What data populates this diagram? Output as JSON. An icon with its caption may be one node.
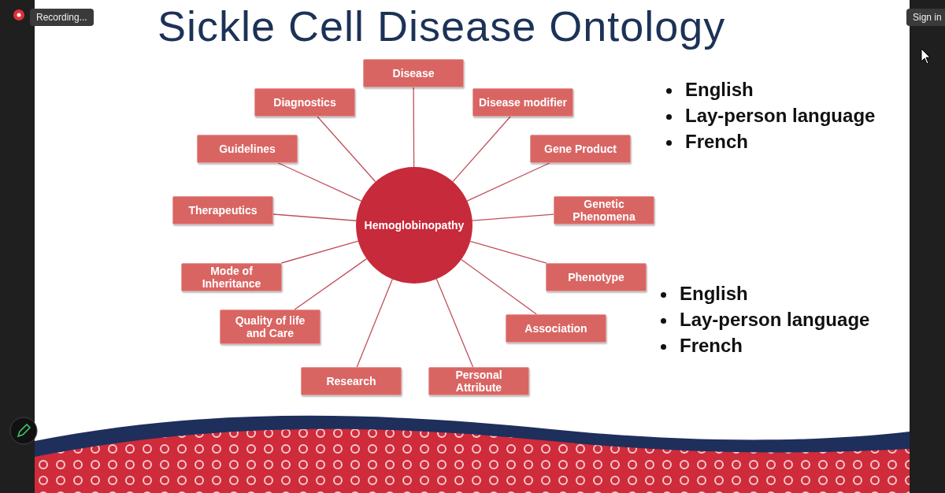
{
  "diagram": {
    "title": "Sickle Cell Disease Ontology",
    "nodes": [
      {
        "text": [
          "Hemoglobinopathy"
        ]
      },
      {
        "text": [
          "Disease"
        ]
      },
      {
        "text": [
          "Diagnostics"
        ]
      },
      {
        "text": [
          "Disease modifier"
        ]
      },
      {
        "text": [
          "Guidelines"
        ]
      },
      {
        "text": [
          "Gene Product"
        ]
      },
      {
        "text": [
          "Therapeutics"
        ]
      },
      {
        "text": [
          "Genetic Phenomena"
        ]
      },
      {
        "text": [
          "Mode of Inheritance"
        ]
      },
      {
        "text": [
          "Phenotype"
        ]
      },
      {
        "text": [
          "Quality of life and Care"
        ]
      },
      {
        "text": [
          "Association"
        ]
      },
      {
        "text": [
          "Research"
        ]
      },
      {
        "text": [
          "Personal Attribute"
        ]
      }
    ],
    "edges": [
      {
        "from": 0,
        "to": 1,
        "arrow": "none"
      },
      {
        "from": 0,
        "to": 2,
        "arrow": "none"
      },
      {
        "from": 0,
        "to": 3,
        "arrow": "none"
      },
      {
        "from": 0,
        "to": 4,
        "arrow": "none"
      },
      {
        "from": 0,
        "to": 5,
        "arrow": "none"
      },
      {
        "from": 0,
        "to": 6,
        "arrow": "none"
      },
      {
        "from": 0,
        "to": 7,
        "arrow": "none"
      },
      {
        "from": 0,
        "to": 8,
        "arrow": "none"
      },
      {
        "from": 0,
        "to": 9,
        "arrow": "none"
      },
      {
        "from": 0,
        "to": 10,
        "arrow": "none"
      },
      {
        "from": 0,
        "to": 11,
        "arrow": "none"
      },
      {
        "from": 0,
        "to": 12,
        "arrow": "none"
      },
      {
        "from": 0,
        "to": 13,
        "arrow": "none"
      }
    ],
    "labels": [
      "Recording...",
      "Sign in",
      "English",
      "Lay-person language",
      "French",
      "English",
      "Lay-person language",
      "French"
    ]
  }
}
